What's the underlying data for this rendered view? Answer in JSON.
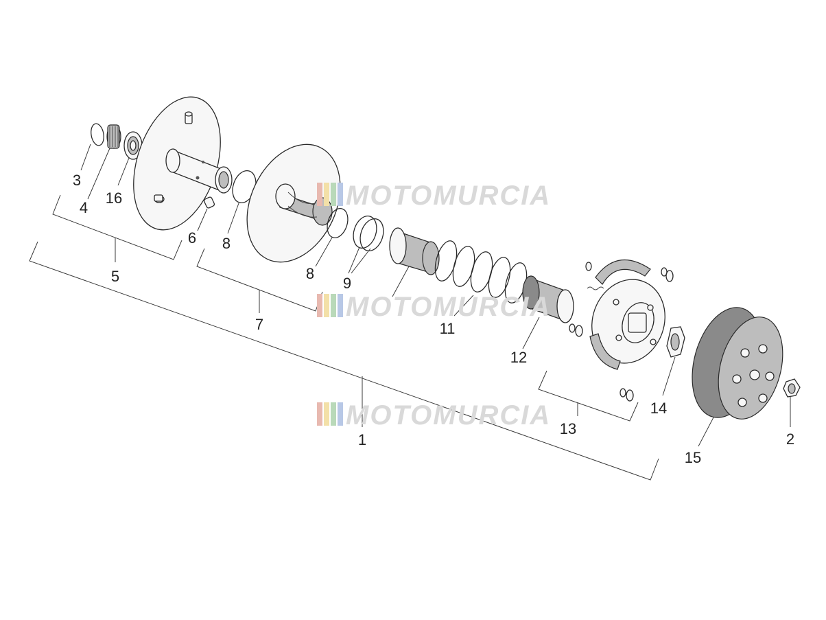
{
  "labels": [
    {
      "id": "1",
      "text": "1"
    },
    {
      "id": "2",
      "text": "2"
    },
    {
      "id": "3",
      "text": "3"
    },
    {
      "id": "4",
      "text": "4"
    },
    {
      "id": "5",
      "text": "5"
    },
    {
      "id": "6",
      "text": "6"
    },
    {
      "id": "7",
      "text": "7"
    },
    {
      "id": "8a",
      "text": "8"
    },
    {
      "id": "8b",
      "text": "8"
    },
    {
      "id": "9",
      "text": "9"
    },
    {
      "id": "11",
      "text": "11"
    },
    {
      "id": "12",
      "text": "12"
    },
    {
      "id": "13",
      "text": "13"
    },
    {
      "id": "14",
      "text": "14"
    },
    {
      "id": "15",
      "text": "15"
    },
    {
      "id": "16",
      "text": "16"
    }
  ],
  "watermark": {
    "text": "MOTOMURCIA",
    "stripe_colors": [
      "#e8b9b0",
      "#f3e0a8",
      "#b9d9b9",
      "#b8c8e6"
    ]
  },
  "colors": {
    "line": "#2a2a2a",
    "part_fill": "#f7f7f7",
    "grey_fill": "#bdbdbd"
  }
}
